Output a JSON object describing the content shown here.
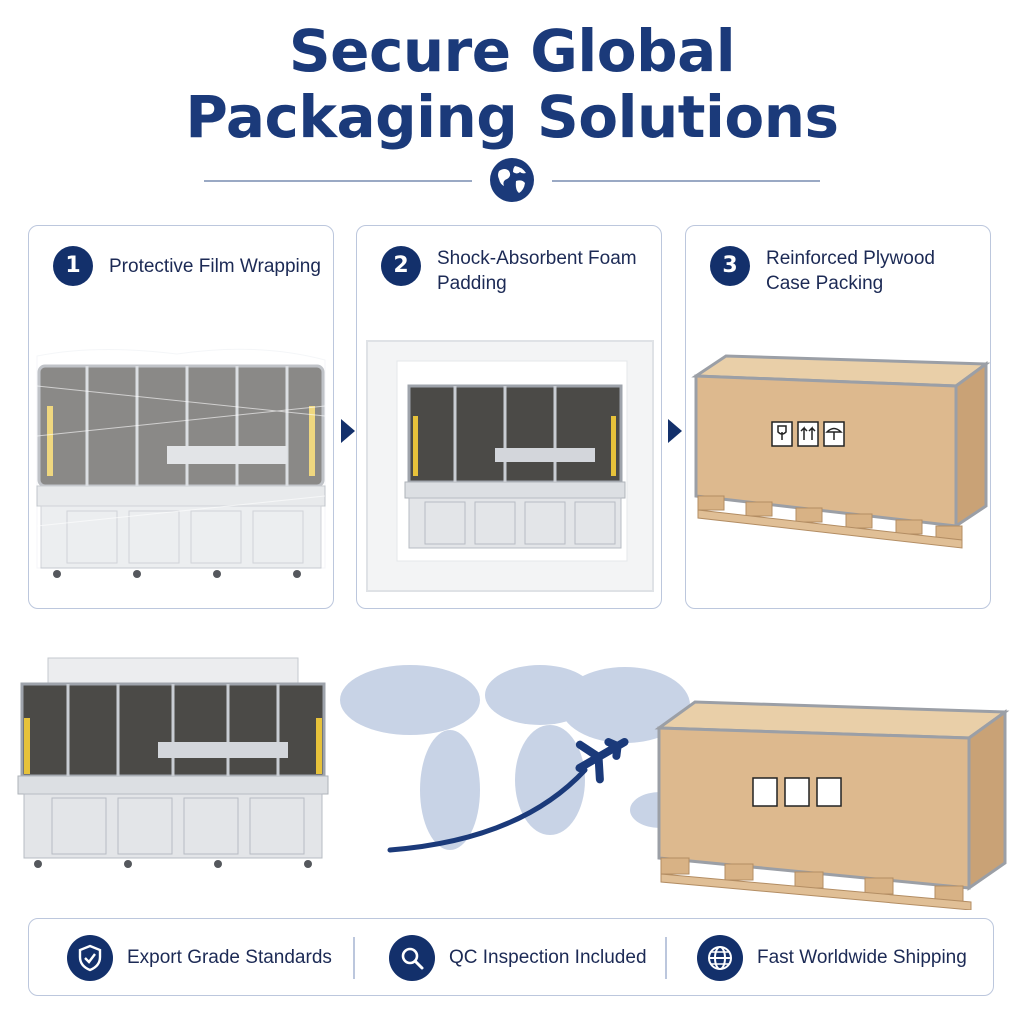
{
  "header": {
    "title_line1": "Secure Global",
    "title_line2": "Packaging Solutions",
    "globe_icon": "globe-icon"
  },
  "steps": [
    {
      "number": "1",
      "label": "Protective Film Wrapping"
    },
    {
      "number": "2",
      "label": "Shock-Absorbent Foam Padding"
    },
    {
      "number": "3",
      "label": "Reinforced Plywood Case Packing"
    }
  ],
  "features": [
    {
      "icon": "shield-check-icon",
      "label": "Export Grade Standards"
    },
    {
      "icon": "magnifier-icon",
      "label": "QC Inspection Included"
    },
    {
      "icon": "globe-icon",
      "label": "Fast Worldwide Shipping"
    }
  ],
  "colors": {
    "navy": "#13306b",
    "title_blue": "#1b3a7a",
    "border": "#bcc7dd",
    "plywood": "#ddb98e"
  }
}
